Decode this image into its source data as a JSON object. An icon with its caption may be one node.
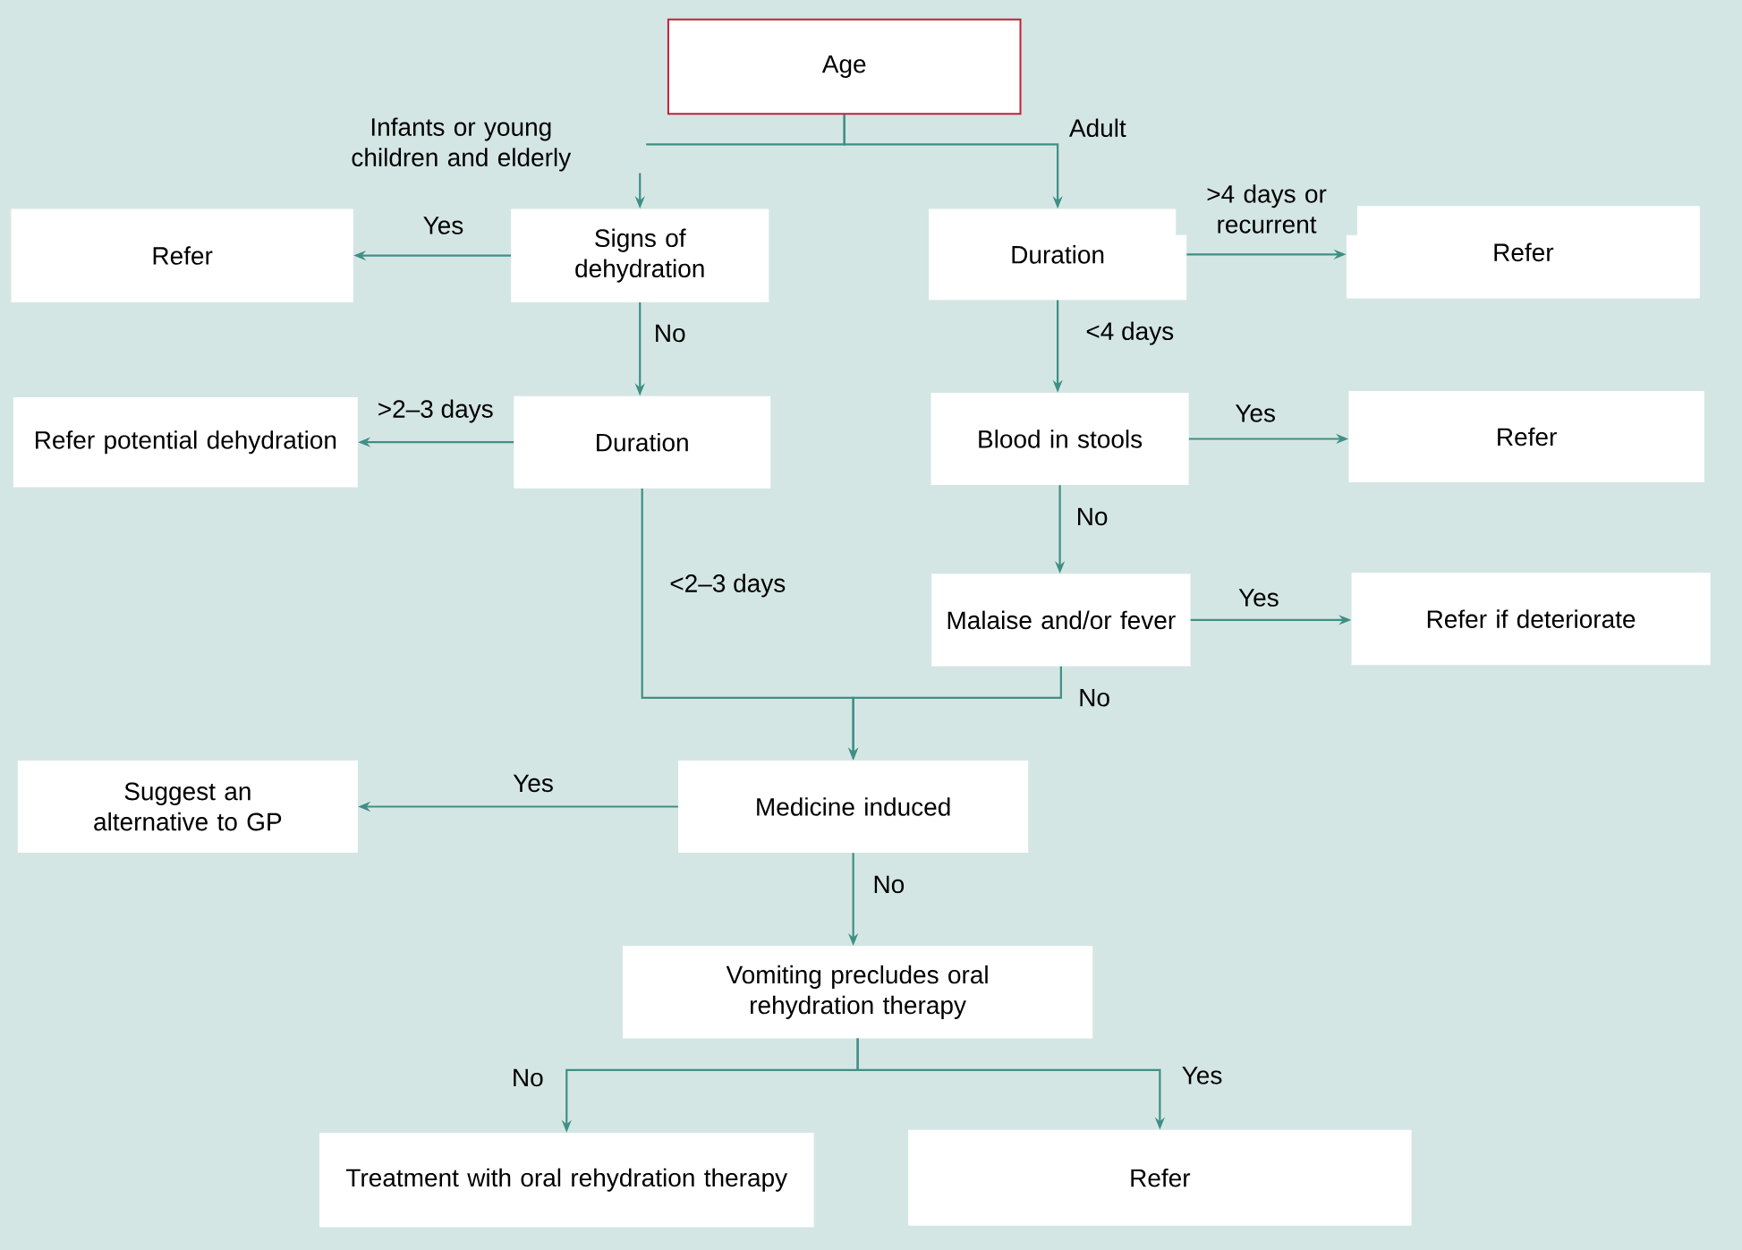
{
  "diagram": {
    "nodes": [
      {
        "text": [
          "Age"
        ]
      },
      {
        "text": [
          "Signs of dehydration"
        ]
      },
      {
        "text": [
          "Refer"
        ]
      },
      {
        "text": [
          "Duration"
        ]
      },
      {
        "text": [
          "Refer"
        ]
      },
      {
        "text": [
          "Duration"
        ]
      },
      {
        "text": [
          "Refer potential dehydration"
        ]
      },
      {
        "text": [
          "Blood in stools"
        ]
      },
      {
        "text": [
          "Refer"
        ]
      },
      {
        "text": [
          "Malaise and/or fever"
        ]
      },
      {
        "text": [
          "Refer if deteriorate"
        ]
      },
      {
        "text": [
          "Suggest an alternative to GP"
        ]
      },
      {
        "text": [
          "Medicine induced"
        ]
      },
      {
        "text": [
          "Vomiting precludes oral rehydration therapy"
        ]
      },
      {
        "text": [
          "Treatment with oral rehydration therapy"
        ]
      },
      {
        "text": [
          "Refer"
        ]
      }
    ],
    "edges": [
      {
        "from": 0,
        "to": 1,
        "arrow": "to",
        "label": "Infants or young children and elderly"
      },
      {
        "from": 0,
        "to": 3,
        "arrow": "to",
        "label": "Adult"
      },
      {
        "from": 1,
        "to": 2,
        "arrow": "to",
        "label": "Yes"
      },
      {
        "from": 3,
        "to": 4,
        "arrow": "to",
        "label": ">4 days or recurrent"
      },
      {
        "from": 1,
        "to": 5,
        "arrow": "to",
        "label": "No"
      },
      {
        "from": 3,
        "to": 7,
        "arrow": "to",
        "label": "<4 days"
      },
      {
        "from": 5,
        "to": 6,
        "arrow": "to",
        "label": ">2–3 days"
      },
      {
        "from": 7,
        "to": 8,
        "arrow": "to",
        "label": "Yes"
      },
      {
        "from": 7,
        "to": 9,
        "arrow": "to",
        "label": "No"
      },
      {
        "from": 9,
        "to": 10,
        "arrow": "to",
        "label": "Yes"
      },
      {
        "from": 5,
        "to": 12,
        "arrow": "to",
        "label": "<2–3 days"
      },
      {
        "from": 9,
        "to": 12,
        "arrow": "to",
        "label": "No"
      },
      {
        "from": 12,
        "to": 11,
        "arrow": "to",
        "label": "Yes"
      },
      {
        "from": 12,
        "to": 13,
        "arrow": "to",
        "label": "No"
      },
      {
        "from": 13,
        "to": 14,
        "arrow": "to",
        "label": "No"
      },
      {
        "from": 13,
        "to": 15,
        "arrow": "to",
        "label": "Yes"
      }
    ]
  }
}
